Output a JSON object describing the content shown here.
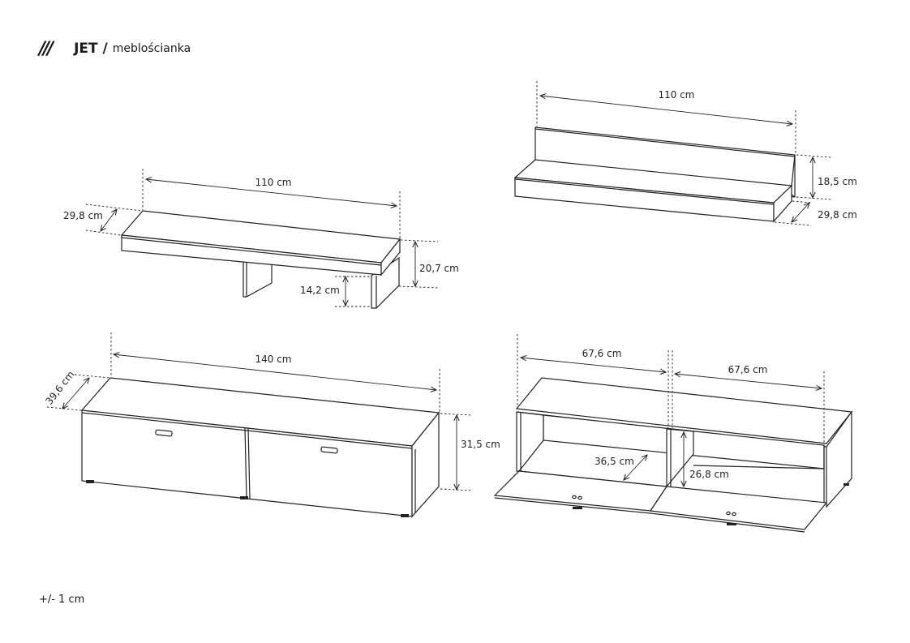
{
  "header": {
    "mark": "///",
    "brand": "JET /",
    "subtitle": "meblościanka"
  },
  "footer": {
    "tolerance": "+/- 1 cm"
  },
  "shelf_left": {
    "width_label": "110 cm",
    "depth_label": "29,8 cm",
    "height_label": "20,7 cm",
    "inner_label": "14,2 cm"
  },
  "shelf_right": {
    "width_label": "110 cm",
    "height_label": "18,5 cm",
    "depth_label": "29,8 cm"
  },
  "tv_closed": {
    "width_label": "140 cm",
    "depth_label": "39,6 cm",
    "height_label": "31,5 cm"
  },
  "tv_open": {
    "left_width_label": "67,6 cm",
    "right_width_label": "67,6 cm",
    "inner_depth_label": "36,5 cm",
    "inner_height_label": "26,8 cm"
  }
}
